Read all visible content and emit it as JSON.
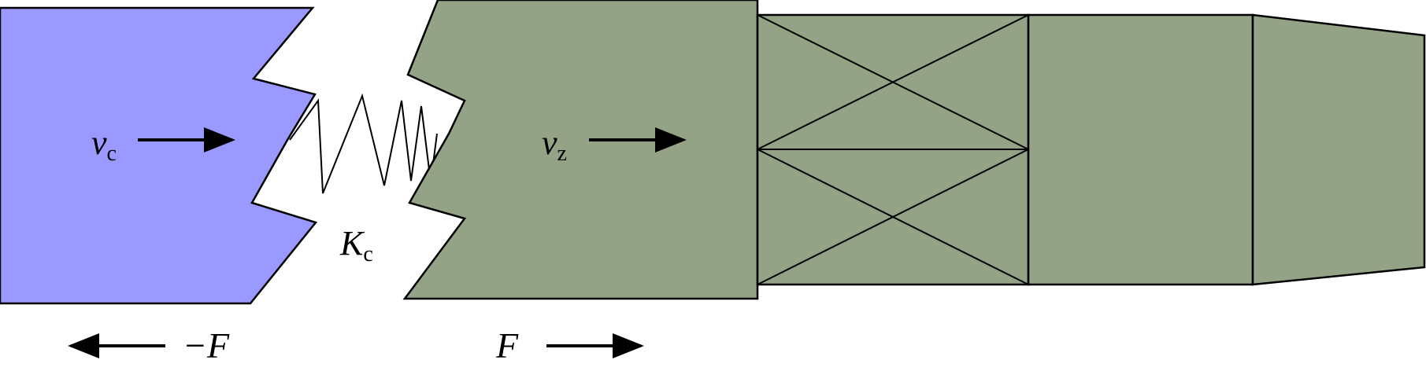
{
  "colors": {
    "left_block": "#9999ff",
    "right_body": "#94a386",
    "outline": "#000000",
    "background": "#ffffff"
  },
  "labels": {
    "left_velocity_symbol": "v",
    "left_velocity_sub": "c",
    "right_velocity_symbol": "v",
    "right_velocity_sub": "z",
    "spring_symbol": "K",
    "spring_sub": "c",
    "left_force": "−F",
    "right_force": "F"
  },
  "icons": {
    "velocity_arrow": "right-arrow-icon",
    "left_force_arrow": "left-arrow-icon",
    "right_force_arrow": "right-arrow-icon"
  }
}
